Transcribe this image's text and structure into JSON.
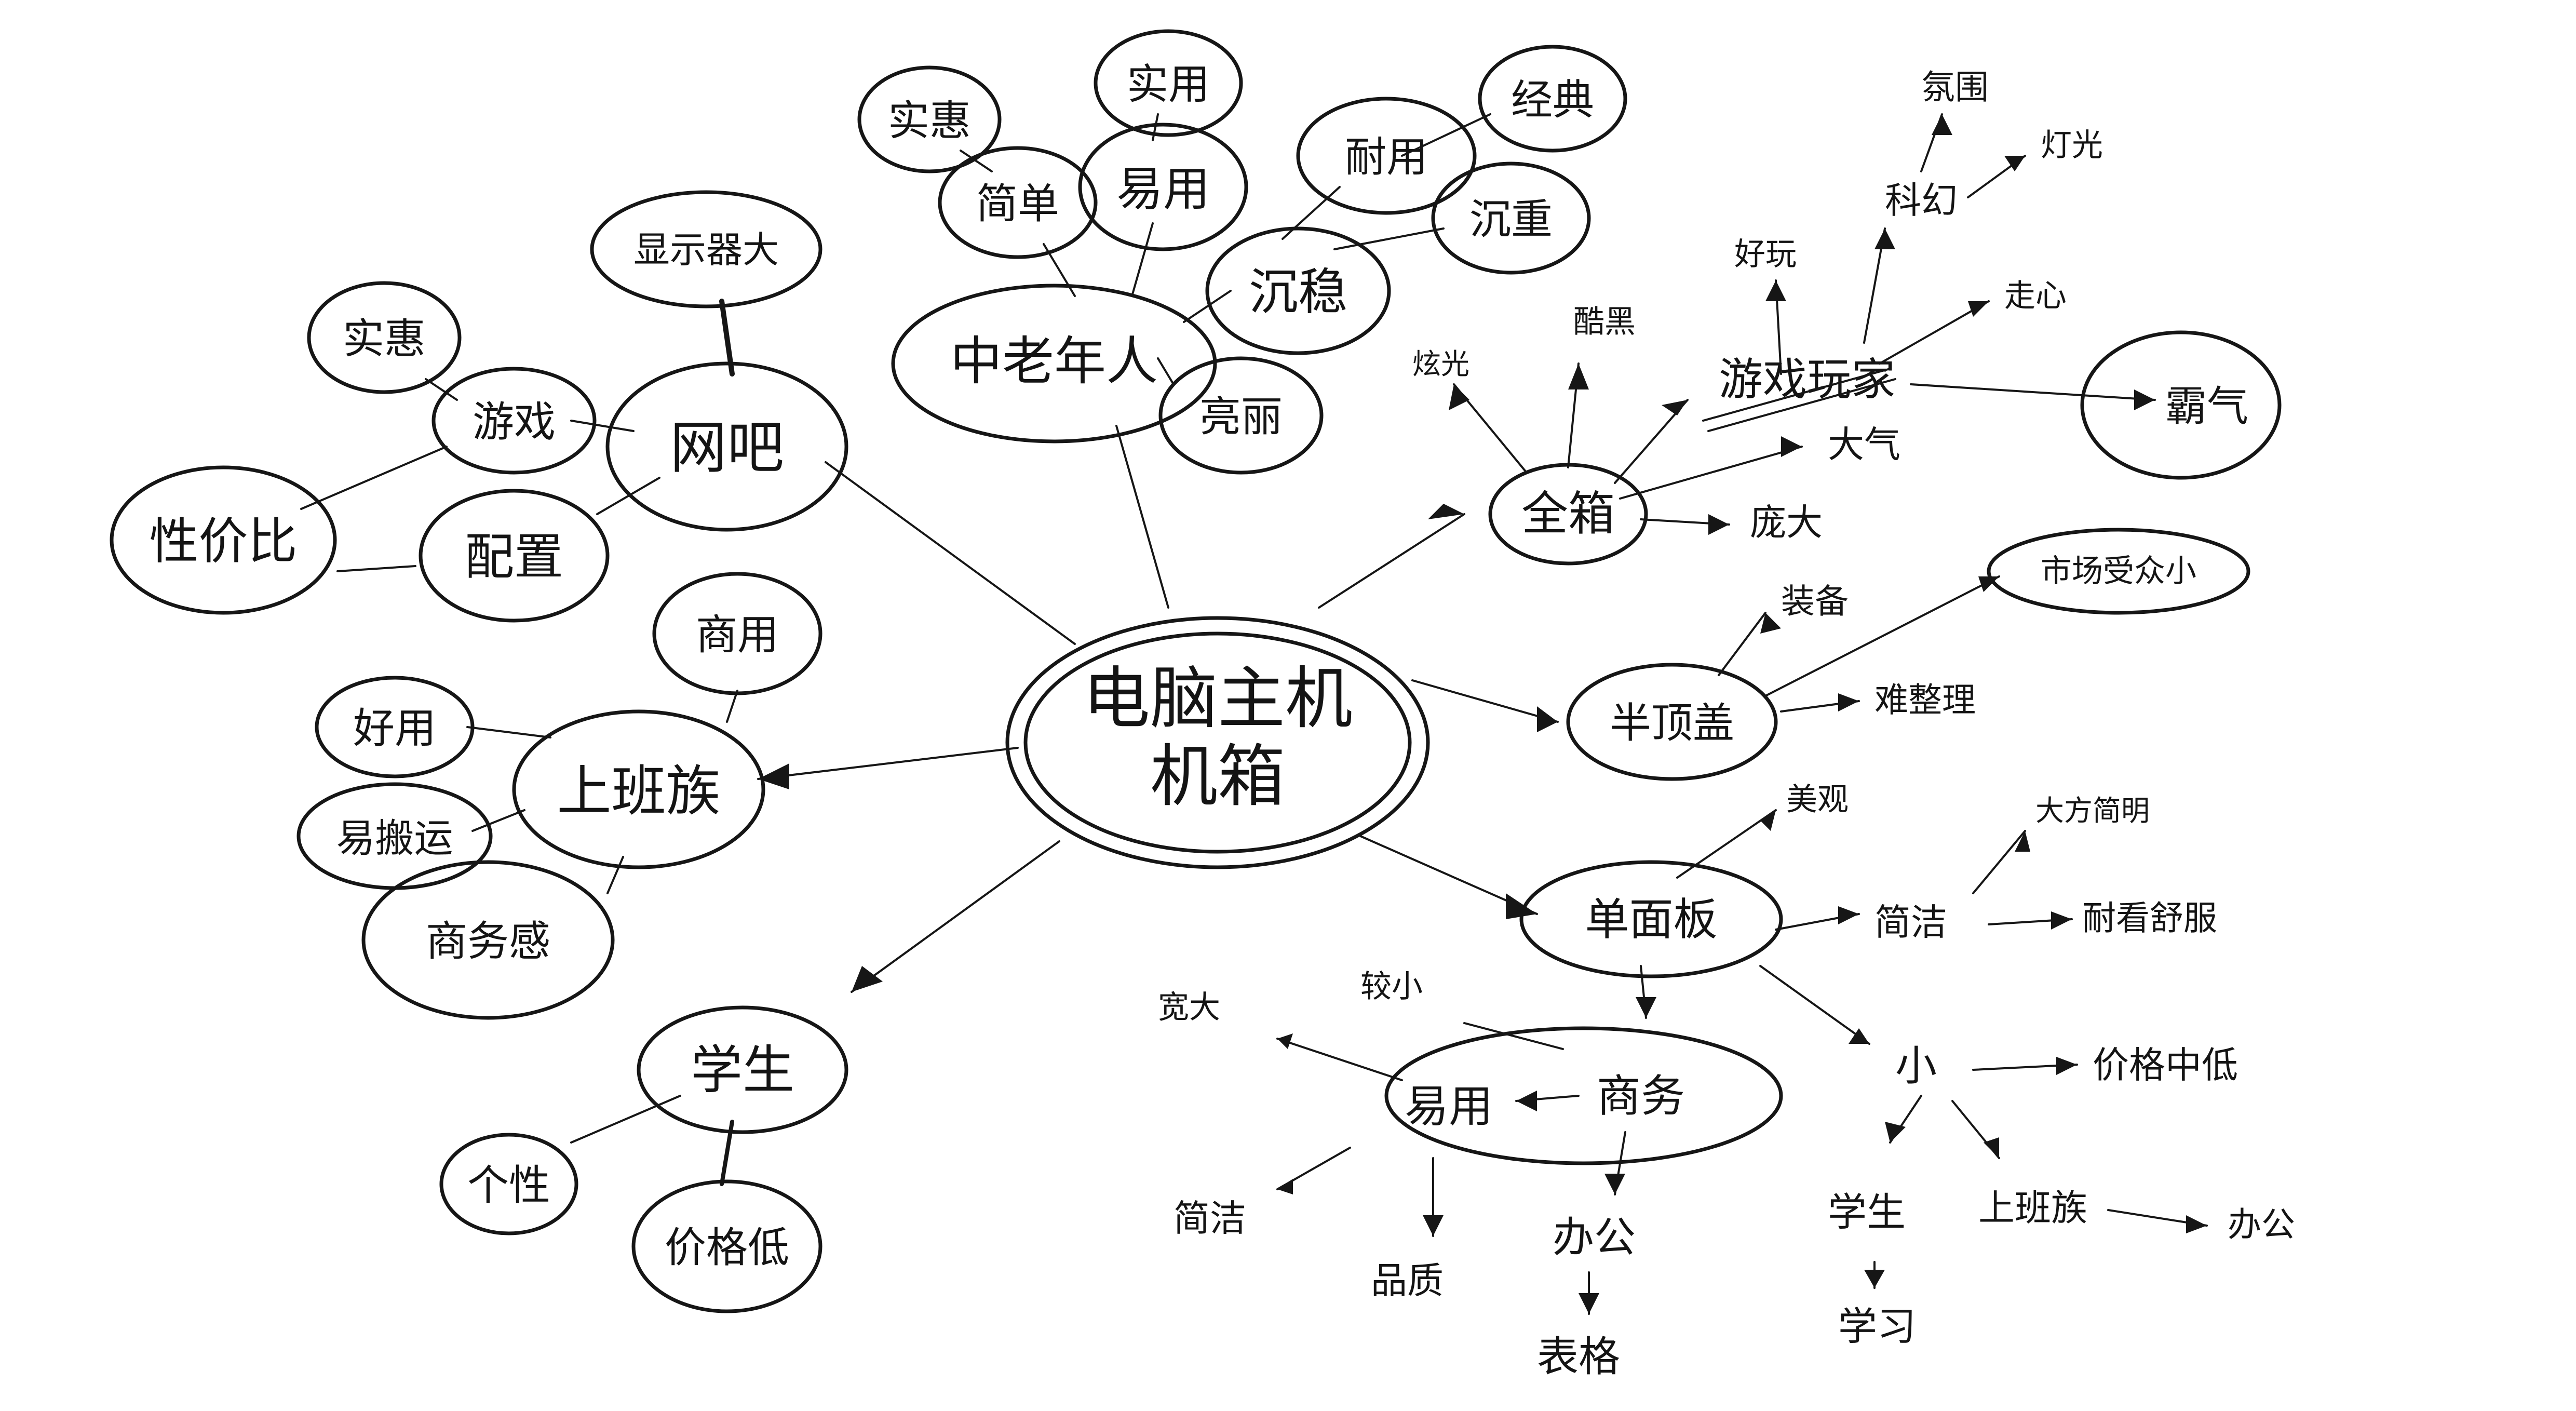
{
  "title": "",
  "center": {
    "label_line1": "电脑主机",
    "label_line2": "机箱"
  },
  "nodes": {
    "zhonglaonian": "中老年人",
    "shiyong_a": "实用",
    "jiandan": "简单",
    "shihui_a": "实惠",
    "yiyong_a": "易用",
    "chenwen": "沉稳",
    "naiyong": "耐用",
    "jingdian": "经典",
    "chenzhong": "沉重",
    "liangli": "亮丽",
    "wangba": "网吧",
    "xianshiqi": "显示器大",
    "youxi": "游戏",
    "shihui_b": "实惠",
    "peizhi": "配置",
    "xingjiabi": "性价比",
    "shangbanzu": "上班族",
    "shangyong": "商用",
    "haoyong": "好用",
    "yibanyun": "易搬运",
    "shangwugan": "商务感",
    "xuesheng": "学生",
    "xingge": "个性",
    "jiagedi": "价格低",
    "quanbao": "全箱",
    "shiguang": "炫光",
    "kuhei": "酷黑",
    "youxiwanjia": "游戏玩家",
    "pangda": "庞大",
    "haowan": "好玩",
    "kehuan": "科幻",
    "fenwei": "氛围",
    "dengguang": "灯光",
    "zouxin": "走心",
    "daqi": "大气",
    "baqi": "霸气",
    "banjiaogai": "半顶盖",
    "shichangshouzhong": "市场受众小",
    "zhuangbei": "装备",
    "nanzhengli": "难整理",
    "danmianban": "单面板",
    "meiguan": "美观",
    "dafangjianming": "大方简明",
    "jianjie_a": "简洁",
    "naikan": "耐看舒服",
    "shangwu": "商务",
    "yiyong_b": "易用",
    "kuanda": "宽大",
    "jiaoxiao": "较小",
    "jianjie_b": "简洁",
    "pinzhi": "品质",
    "bangong_a": "办公",
    "biaoge": "表格",
    "xiao": "小",
    "jiagezhongdi": "价格中低",
    "xuesheng_b": "学生",
    "shangbanzu_b": "上班族",
    "bangong_b": "办公",
    "xuexi": "学习"
  }
}
